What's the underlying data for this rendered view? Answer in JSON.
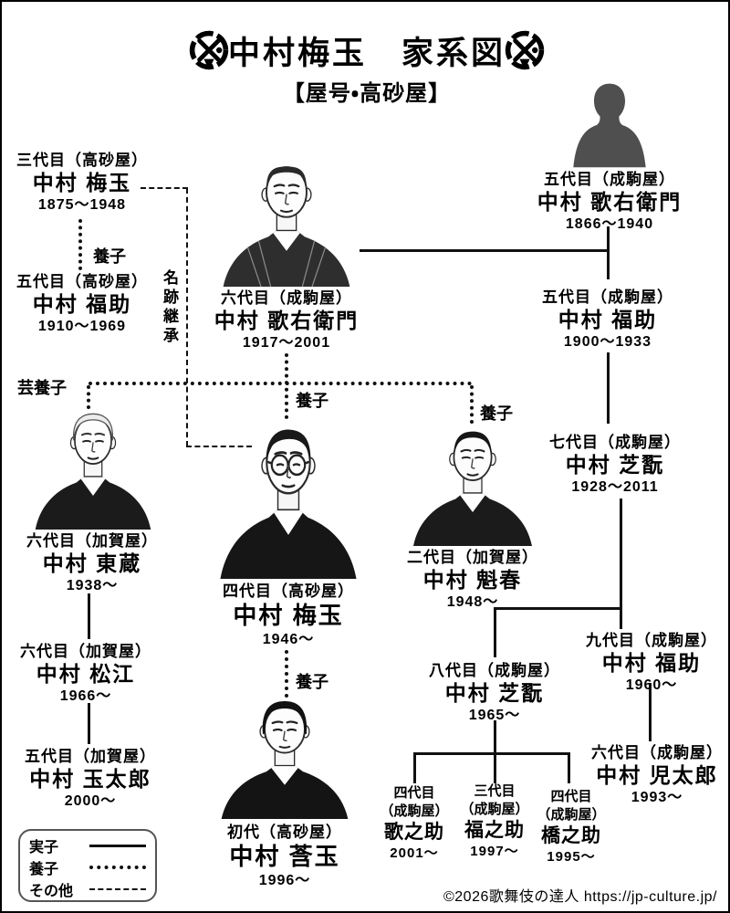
{
  "title": {
    "main": "中村梅玉　家系図",
    "subtitle": "【屋号・高砂屋】"
  },
  "icons": {
    "crest": "takasagoya-family-crest",
    "silhouette": "unknown-person-silhouette"
  },
  "colors": {
    "ink": "#111111",
    "silhouette": "#4f4f4f"
  },
  "labels": {
    "yoshi": "養子",
    "gei_yoshi": "芸養子",
    "meiseki_keisho": "名跡継承"
  },
  "persons": {
    "baigyoku3": {
      "gen": "三代目（高砂屋）",
      "name": "中村 梅玉",
      "years": "1875〜1948"
    },
    "fukusuke5_takasago": {
      "gen": "五代目（高砂屋）",
      "name": "中村 福助",
      "years": "1910〜1969"
    },
    "utaemon6": {
      "gen": "六代目（成駒屋）",
      "name": "中村 歌右衛門",
      "years": "1917〜2001"
    },
    "utaemon5": {
      "gen": "五代目（成駒屋）",
      "name": "中村 歌右衛門",
      "years": "1866〜1940"
    },
    "fukusuke5_narikoma": {
      "gen": "五代目（成駒屋）",
      "name": "中村 福助",
      "years": "1900〜1933"
    },
    "shikan7": {
      "gen": "七代目（成駒屋）",
      "name": "中村 芝翫",
      "years": "1928〜2011"
    },
    "tozo6": {
      "gen": "六代目（加賀屋）",
      "name": "中村 東蔵",
      "years": "1938〜"
    },
    "baigyoku4": {
      "gen": "四代目（高砂屋）",
      "name": "中村 梅玉",
      "years": "1946〜"
    },
    "kaishun2": {
      "gen": "二代目（加賀屋）",
      "name": "中村 魁春",
      "years": "1948〜"
    },
    "matsue6": {
      "gen": "六代目（加賀屋）",
      "name": "中村 松江",
      "years": "1966〜"
    },
    "tamataro5": {
      "gen": "五代目（加賀屋）",
      "name": "中村 玉太郎",
      "years": "2000〜"
    },
    "shikan8": {
      "gen": "八代目（成駒屋）",
      "name": "中村 芝翫",
      "years": "1965〜"
    },
    "fukusuke9": {
      "gen": "九代目（成駒屋）",
      "name": "中村 福助",
      "years": "1960〜"
    },
    "kotaro6": {
      "gen": "六代目（成駒屋）",
      "name": "中村 児太郎",
      "years": "1993〜"
    },
    "kangyoku1": {
      "gen": "初代（高砂屋）",
      "name": "中村 莟玉",
      "years": "1996〜"
    },
    "kanosuke4": {
      "gen1": "四代目",
      "gen2": "（成駒屋）",
      "name": "歌之助",
      "years": "2001〜"
    },
    "fukunosuke3": {
      "gen1": "三代目",
      "gen2": "（成駒屋）",
      "name": "福之助",
      "years": "1997〜"
    },
    "hashinosuke4": {
      "gen1": "四代目",
      "gen2": "（成駒屋）",
      "name": "橋之助",
      "years": "1995〜"
    }
  },
  "legend": {
    "items": [
      {
        "label": "実子",
        "line": "solid"
      },
      {
        "label": "養子",
        "line": "dotted"
      },
      {
        "label": "その他",
        "line": "dashed"
      }
    ]
  },
  "footer": {
    "copyright": "©2026歌舞伎の達人 https://jp-culture.jp/"
  }
}
